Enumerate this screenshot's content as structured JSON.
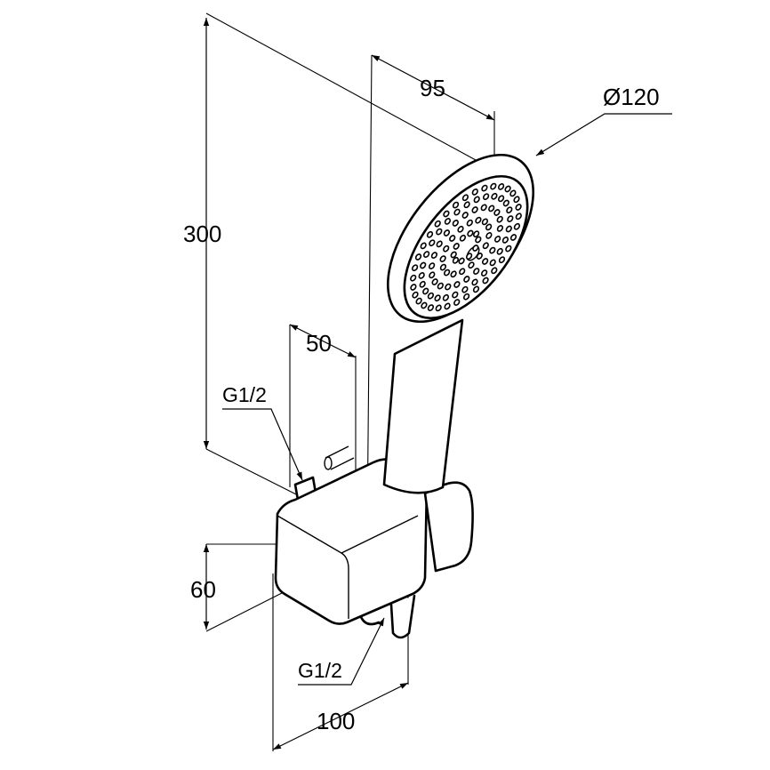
{
  "dimensions": {
    "overall_height": "300",
    "handle_offset": "95",
    "head_diameter": "Ø120",
    "bracket_width": "50",
    "top_connection": "G1/2",
    "bracket_height": "60",
    "bottom_connection": "G1/2",
    "overall_depth": "100"
  },
  "spray_nozzles": {
    "rings": [
      {
        "count": 10,
        "radius": 0.2
      },
      {
        "count": 16,
        "radius": 0.38
      },
      {
        "count": 22,
        "radius": 0.56
      },
      {
        "count": 28,
        "radius": 0.72
      },
      {
        "count": 34,
        "radius": 0.86
      }
    ]
  },
  "colors": {
    "line": "#000000",
    "background": "#ffffff"
  }
}
